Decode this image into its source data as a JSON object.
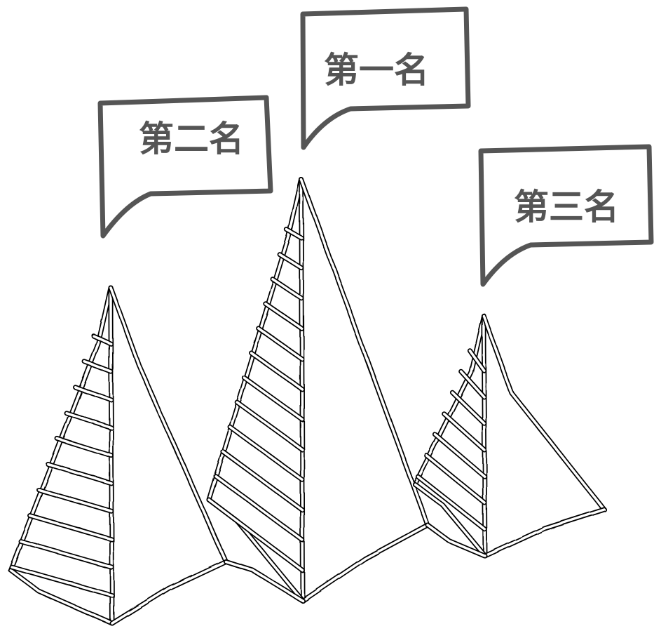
{
  "bubbles": {
    "first": {
      "label": "第一名"
    },
    "second": {
      "label": "第二名"
    },
    "third": {
      "label": "第三名"
    }
  },
  "colors": {
    "outline": "#ffffff",
    "ink": "#000000",
    "bubble_border": "#555555",
    "bubble_text": "#555555",
    "background": "#ffffff"
  }
}
